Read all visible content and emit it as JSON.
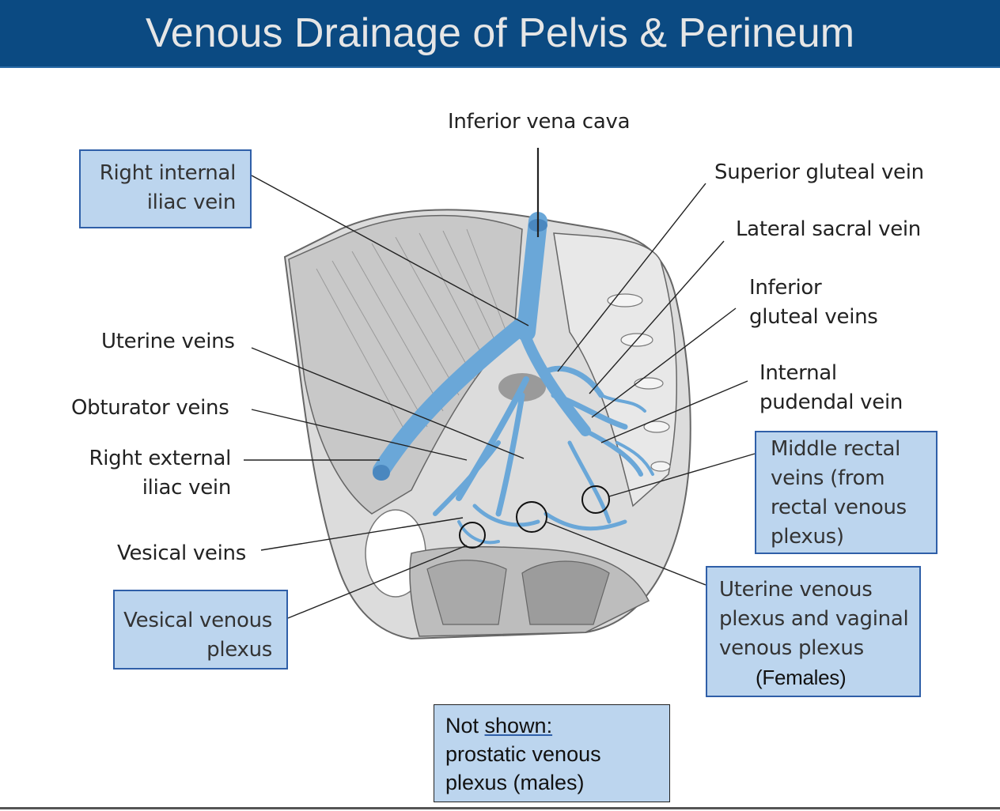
{
  "title": "Venous Drainage of Pelvis & Perineum",
  "labels": {
    "ivc": "Inferior vena cava",
    "superior_gluteal": "Superior gluteal vein",
    "lateral_sacral": "Lateral sacral vein",
    "inferior_gluteal": [
      "Inferior",
      "gluteal veins"
    ],
    "internal_pudendal": [
      "Internal",
      "pudendal vein"
    ],
    "uterine_veins": "Uterine veins",
    "obturator_veins": "Obturator veins",
    "right_external_iliac": [
      "Right external",
      "iliac vein"
    ],
    "vesical_veins": "Vesical veins"
  },
  "boxes": {
    "right_internal_iliac": [
      "Right internal",
      "iliac vein"
    ],
    "middle_rectal": [
      "Middle rectal",
      "veins (from",
      "rectal venous",
      "plexus)"
    ],
    "vesical_plexus": [
      "Vesical venous",
      "plexus"
    ],
    "uterine_plexus": [
      "Uterine venous",
      "plexus and vaginal",
      "venous plexus",
      "(Females)"
    ]
  },
  "note": {
    "line1_prefix": "Not ",
    "line1_link": "shown:",
    "line2": "prostatic venous",
    "line3": "plexus (males)"
  },
  "colors": {
    "title_bar": "#0b4a82",
    "vein": "#6aa7d8",
    "box_fill": "#bcd5ee",
    "box_border": "#2f5fa8"
  }
}
